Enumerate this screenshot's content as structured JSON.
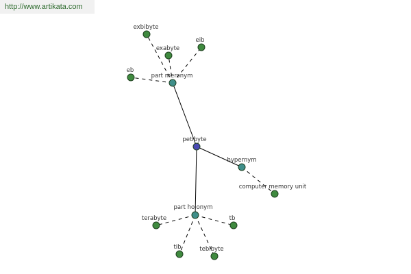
{
  "watermark": {
    "text": "http://www.artikata.com",
    "color": "#2d6b2d"
  },
  "colors": {
    "root_node": "#4a4ab4",
    "relation_node": "#3f8f8a",
    "leaf_node": "#3f8a3f",
    "node_stroke": "#1f3f1f",
    "edge": "#000000",
    "label": "#333333"
  },
  "graph": {
    "nodes": [
      {
        "id": "petibyte",
        "label": "petibyte",
        "kind": "root"
      },
      {
        "id": "part-meronym",
        "label": "part meronym",
        "kind": "relation"
      },
      {
        "id": "hypernym",
        "label": "hypernym",
        "kind": "relation"
      },
      {
        "id": "part-holonym",
        "label": "part holonym",
        "kind": "relation"
      },
      {
        "id": "exbibyte",
        "label": "exbibyte",
        "kind": "leaf"
      },
      {
        "id": "exabyte",
        "label": "exabyte",
        "kind": "leaf"
      },
      {
        "id": "eib",
        "label": "eib",
        "kind": "leaf"
      },
      {
        "id": "eb",
        "label": "eb",
        "kind": "leaf"
      },
      {
        "id": "computer-memory-unit",
        "label": "computer memory unit",
        "kind": "leaf"
      },
      {
        "id": "terabyte",
        "label": "terabyte",
        "kind": "leaf"
      },
      {
        "id": "tb",
        "label": "tb",
        "kind": "leaf"
      },
      {
        "id": "tib",
        "label": "tib",
        "kind": "leaf"
      },
      {
        "id": "tebibyte",
        "label": "tebibyte",
        "kind": "leaf"
      }
    ],
    "edges": [
      {
        "from": "petibyte",
        "to": "part-meronym",
        "style": "solid"
      },
      {
        "from": "petibyte",
        "to": "hypernym",
        "style": "solid"
      },
      {
        "from": "petibyte",
        "to": "part-holonym",
        "style": "solid"
      },
      {
        "from": "part-meronym",
        "to": "exbibyte",
        "style": "dashed"
      },
      {
        "from": "part-meronym",
        "to": "exabyte",
        "style": "dashed"
      },
      {
        "from": "part-meronym",
        "to": "eib",
        "style": "dashed"
      },
      {
        "from": "part-meronym",
        "to": "eb",
        "style": "dashed"
      },
      {
        "from": "hypernym",
        "to": "computer-memory-unit",
        "style": "dashed"
      },
      {
        "from": "part-holonym",
        "to": "terabyte",
        "style": "dashed"
      },
      {
        "from": "part-holonym",
        "to": "tb",
        "style": "dashed"
      },
      {
        "from": "part-holonym",
        "to": "tib",
        "style": "dashed"
      },
      {
        "from": "part-holonym",
        "to": "tebibyte",
        "style": "dashed"
      }
    ]
  }
}
